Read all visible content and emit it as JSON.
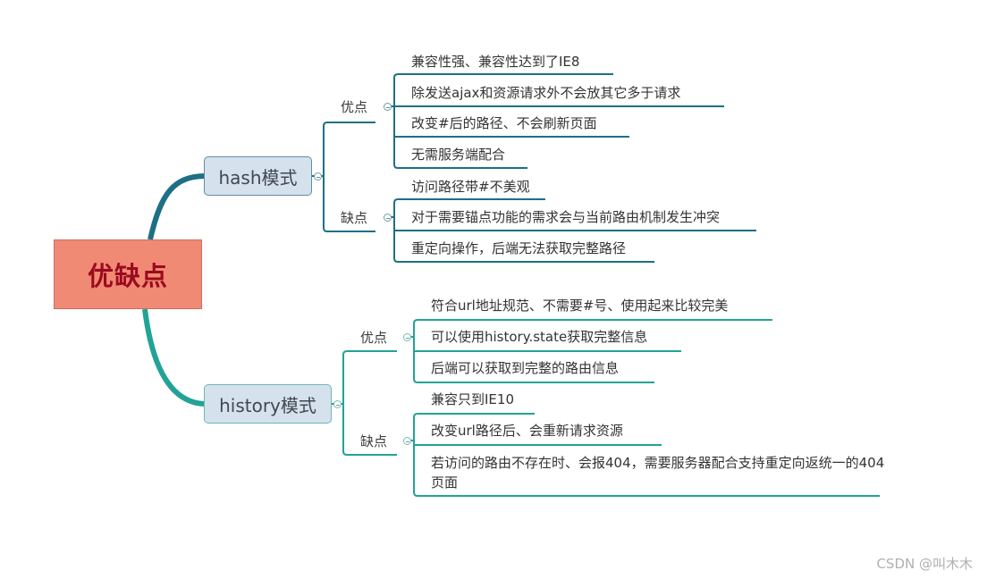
{
  "root": {
    "label": "优缺点"
  },
  "colors": {
    "root_fill": "#f08a75",
    "root_text": "#9b0a1e",
    "branch_fill": "#d6e1ee",
    "hash_line": "#1e6f85",
    "history_line": "#22a396"
  },
  "branches": [
    {
      "label": "hash模式",
      "groups": [
        {
          "label": "优点",
          "items": [
            "兼容性强、兼容性达到了IE8",
            "除发送ajax和资源请求外不会放其它多于请求",
            "改变#后的路径、不会刷新页面",
            "无需服务端配合"
          ]
        },
        {
          "label": "缺点",
          "items": [
            "访问路径带#不美观",
            "对于需要锚点功能的需求会与当前路由机制发生冲突",
            "重定向操作，后端无法获取完整路径"
          ]
        }
      ]
    },
    {
      "label": "history模式",
      "groups": [
        {
          "label": "优点",
          "items": [
            "符合url地址规范、不需要#号、使用起来比较完美",
            "可以使用history.state获取完整信息",
            "后端可以获取到完整的路由信息"
          ]
        },
        {
          "label": "缺点",
          "items": [
            "兼容只到IE10",
            "改变url路径后、会重新请求资源",
            "若访问的路由不存在时、会报404，需要服务器配合支持重定向返统一的404页面"
          ]
        }
      ]
    }
  ],
  "watermark": "CSDN @叫木木"
}
